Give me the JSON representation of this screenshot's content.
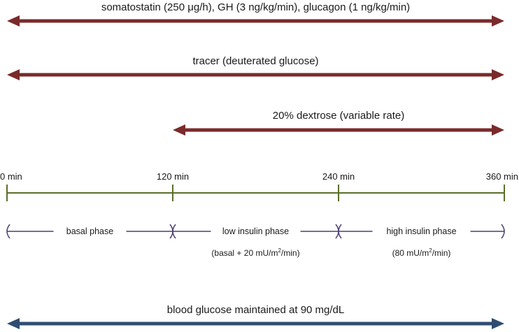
{
  "colors": {
    "infusion": "#7a2a2a",
    "timeline": "#5a6e2a",
    "phase": "#4b3f73",
    "glucose": "#2f4d70"
  },
  "infusions": [
    {
      "label": "somatostatin (250 μg/h), GH (3 ng/kg/min), glucagon (1 ng/kg/min)",
      "start": 0,
      "end": 360
    },
    {
      "label": "tracer (deuterated glucose)",
      "start": 0,
      "end": 360
    },
    {
      "label": "20% dextrose (variable rate)",
      "start": 120,
      "end": 360
    }
  ],
  "timeline": {
    "ticks": [
      {
        "value": 0,
        "label": "0 min"
      },
      {
        "value": 120,
        "label": "120 min"
      },
      {
        "value": 240,
        "label": "240 min"
      },
      {
        "value": 360,
        "label": "360 min"
      }
    ]
  },
  "phases": [
    {
      "label": "basal phase",
      "sub_pre": "",
      "sub_sup": "",
      "sub_post": "",
      "start": 0,
      "end": 120
    },
    {
      "label": "low insulin phase",
      "sub_pre": "(basal + 20 mU/m",
      "sub_sup": "2",
      "sub_post": "/min)",
      "start": 120,
      "end": 240
    },
    {
      "label": "high insulin phase",
      "sub_pre": "(80 mU/m",
      "sub_sup": "2",
      "sub_post": "/min)",
      "start": 240,
      "end": 360
    }
  ],
  "glucose": {
    "label": "blood glucose maintained at 90 mg/dL",
    "start": 0,
    "end": 360
  }
}
